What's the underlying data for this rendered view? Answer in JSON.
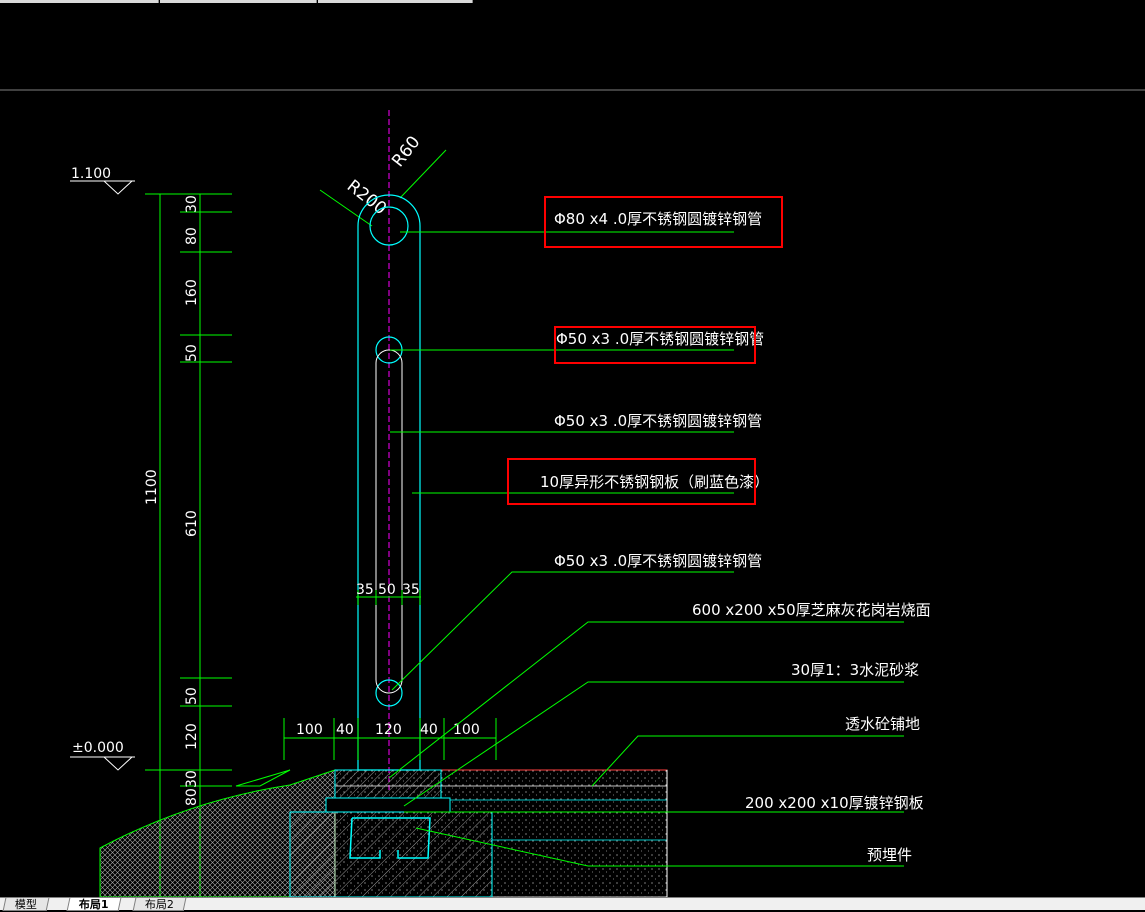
{
  "window": {
    "top_tabs": [
      "",
      "",
      ""
    ]
  },
  "drawing": {
    "elevations": {
      "top": "1.100",
      "ground": "±0.000"
    },
    "radii": {
      "outer": "R200",
      "inner": "R60"
    },
    "vertical_dims": {
      "total": "1100",
      "segments": [
        "30",
        "80",
        "160",
        "50",
        "610",
        "50",
        "120",
        "30",
        "80"
      ]
    },
    "post_width_dims": [
      "35",
      "50",
      "35"
    ],
    "base_dims": [
      "100",
      "40",
      "120",
      "40",
      "100"
    ],
    "labels": [
      {
        "text": "Φ80 x4 .0厚不锈钢圆镀锌钢管",
        "highlighted": true
      },
      {
        "text": "Φ50 x3 .0厚不锈钢圆镀锌钢管",
        "highlighted": true
      },
      {
        "text": "Φ50 x3 .0厚不锈钢圆镀锌钢管",
        "highlighted": false
      },
      {
        "text": "10厚异形不锈钢钢板（刷蓝色漆）",
        "highlighted": true
      },
      {
        "text": "Φ50 x3 .0厚不锈钢圆镀锌钢管",
        "highlighted": false
      },
      {
        "text": "600 x200 x50厚芝麻灰花岗岩烧面",
        "highlighted": false
      },
      {
        "text": "30厚1：3水泥砂浆",
        "highlighted": false
      },
      {
        "text": "透水砼铺地",
        "highlighted": false
      },
      {
        "text": "200 x200 x10厚镀锌钢板",
        "highlighted": false
      },
      {
        "text": "预埋件",
        "highlighted": false
      }
    ]
  },
  "layout_tabs": {
    "items": [
      "模型",
      "布局1",
      "布局2"
    ],
    "active": "布局1"
  },
  "colors": {
    "background": "#000000",
    "dimension": "#00ff00",
    "outline": "#00ffff",
    "text": "#ffffff",
    "highlight": "#ff0000",
    "centerline": "#ff00ff"
  }
}
